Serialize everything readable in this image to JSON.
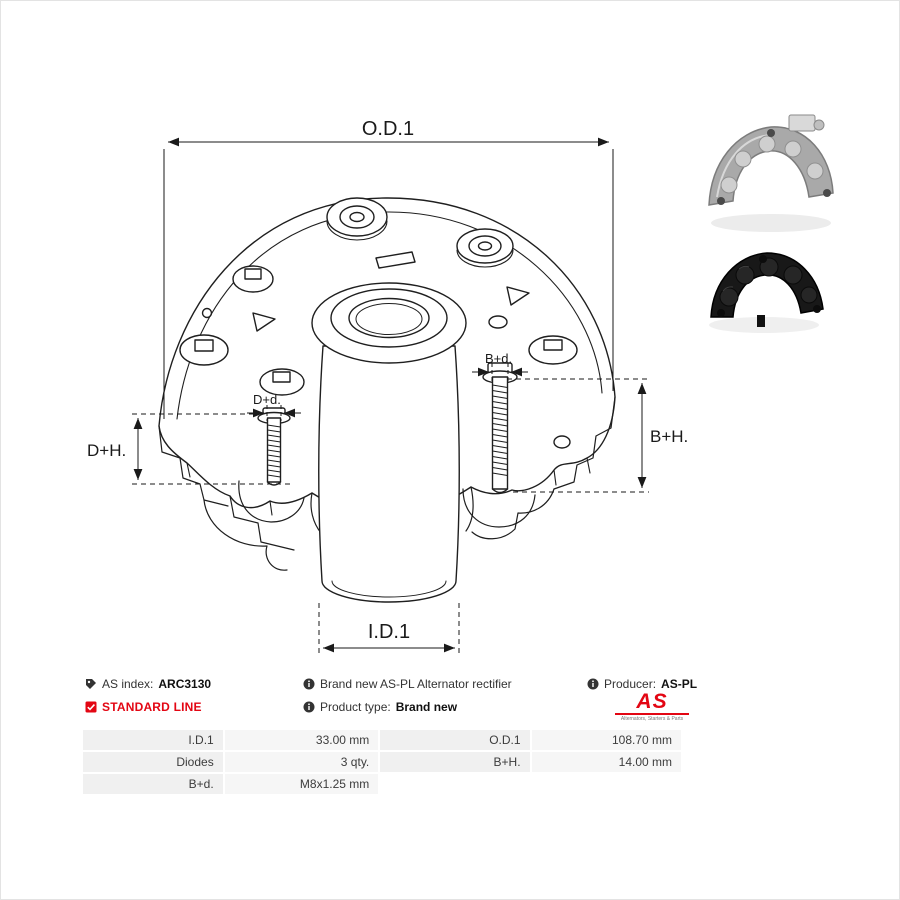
{
  "accent_color": "#e30613",
  "drawing": {
    "labels": {
      "od1": "O.D.1",
      "id1": "I.D.1",
      "dh": "D+H.",
      "bh": "B+H.",
      "dd": "D+d.",
      "bd": "B+d."
    }
  },
  "info": {
    "as_index_label": "AS index:",
    "as_index_value": "ARC3130",
    "standard_line": "STANDARD LINE",
    "description": "Brand new AS-PL Alternator rectifier",
    "product_type_label": "Product type:",
    "product_type_value": "Brand new",
    "producer_label": "Producer:",
    "producer_value": "AS-PL",
    "logo": {
      "text": "AS",
      "subtext": "Alternators, Starters & Parts"
    }
  },
  "specs": {
    "rows": [
      {
        "label_left": "I.D.1",
        "value_left": "33.00 mm",
        "label_right": "O.D.1",
        "value_right": "108.70 mm"
      },
      {
        "label_left": "Diodes",
        "value_left": "3 qty.",
        "label_right": "B+H.",
        "value_right": "14.00 mm"
      },
      {
        "label_left": "B+d.",
        "value_left": "M8x1.25 mm",
        "label_right": "",
        "value_right": ""
      }
    ]
  }
}
